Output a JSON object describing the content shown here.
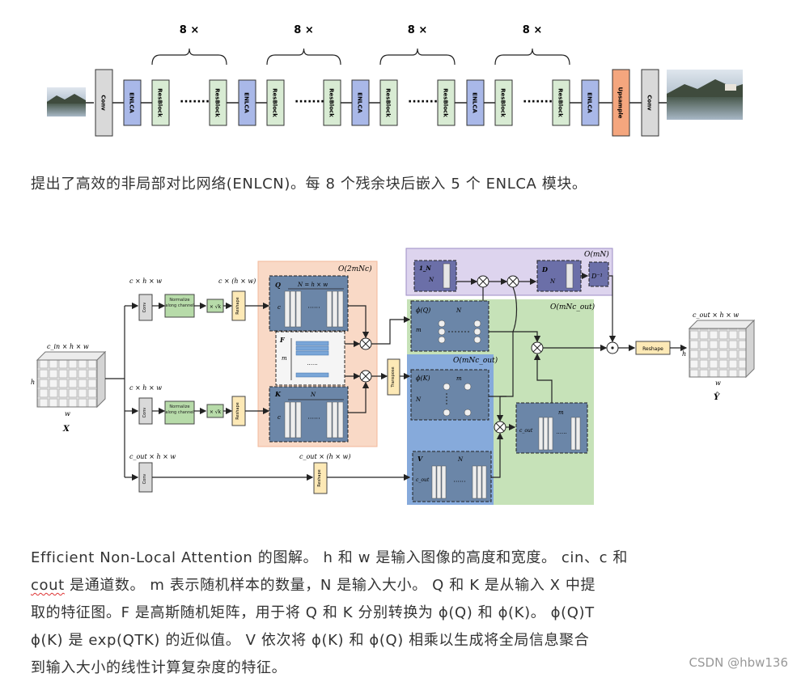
{
  "top_network": {
    "repeat_labels": [
      "8 ×",
      "8 ×",
      "8 ×",
      "8 ×"
    ],
    "conv_label": "Conv",
    "enlca_label": "ENLCA",
    "resblock_label": "ResBlock",
    "upsample_label": "Upsample",
    "dots": "·······"
  },
  "caption1": "提出了高效的非局部对比网络(ENLCN)。每 8 个残余块后嵌入 5 个 ENLCA 模块。",
  "attention_diagram": {
    "input_shape": "c_in × h × w",
    "input_name": "X",
    "output_shape": "c_out × h × w",
    "output_name": "Ŷ",
    "branch_shape_c": "c × h × w",
    "branch_shape_c2": "c × (h × w)",
    "branch_shape_out": "c_out × h × w",
    "branch_shape_out2": "c_out × (h × w)",
    "conv_label": "Conv",
    "normalize_label": "Normalize along channel",
    "scale_label": "× √k",
    "reshape_label": "Reshape",
    "transpose_label": "Transpose",
    "complexity_2mnc": "O(2mNc)",
    "complexity_mn": "O(mN)",
    "complexity_mncout1": "O(mNc_out)",
    "complexity_mncout2": "O(mNc_out)",
    "q_label": "Q",
    "k_label": "K",
    "v_label": "V",
    "f_label": "F",
    "n_eq": "N = h × w",
    "phi_q": "ϕ(Q)",
    "phi_k": "ϕ(K)",
    "one_n": "1_N",
    "d_label": "D",
    "d_inv": "D⁻¹",
    "n_label": "N",
    "m_label": "m",
    "c_label": "c",
    "cout_label": "c_out",
    "h_label": "h",
    "w_label": "w",
    "dots": "······"
  },
  "caption2": {
    "line1_a": "Efficient Non-Local Attention 的图解。 h 和 w 是输入图像的高度和宽度。 cin、c 和",
    "line2_word": "cout",
    "line2_rest": " 是通道数。 m 表示随机样本的数量，N 是输入大小。 Q 和 K 是从输入 X 中提",
    "line3": "取的特征图。F 是高斯随机矩阵，用于将 Q 和 K 分别转换为 ϕ(Q) 和 ϕ(K)。 ϕ(Q)T",
    "line4": "ϕ(K) 是 exp(QTK) 的近似值。 V 依次将 ϕ(K) 和 ϕ(Q) 相乘以生成将全局信息聚合",
    "line5": "到输入大小的线性计算复杂度的特征。"
  },
  "watermark": "CSDN @hbw136",
  "colors": {
    "conv": "#d9d9d9",
    "enlca": "#a9b8e8",
    "resblock": "#d8ebd3",
    "upsample": "#f4a67e",
    "panel_orange": "#f9d9c6",
    "panel_purple": "#ddd4ee",
    "panel_green": "#c6e2b8",
    "panel_blue": "#7fa6d8",
    "matrix_box": "#6b86a8"
  }
}
